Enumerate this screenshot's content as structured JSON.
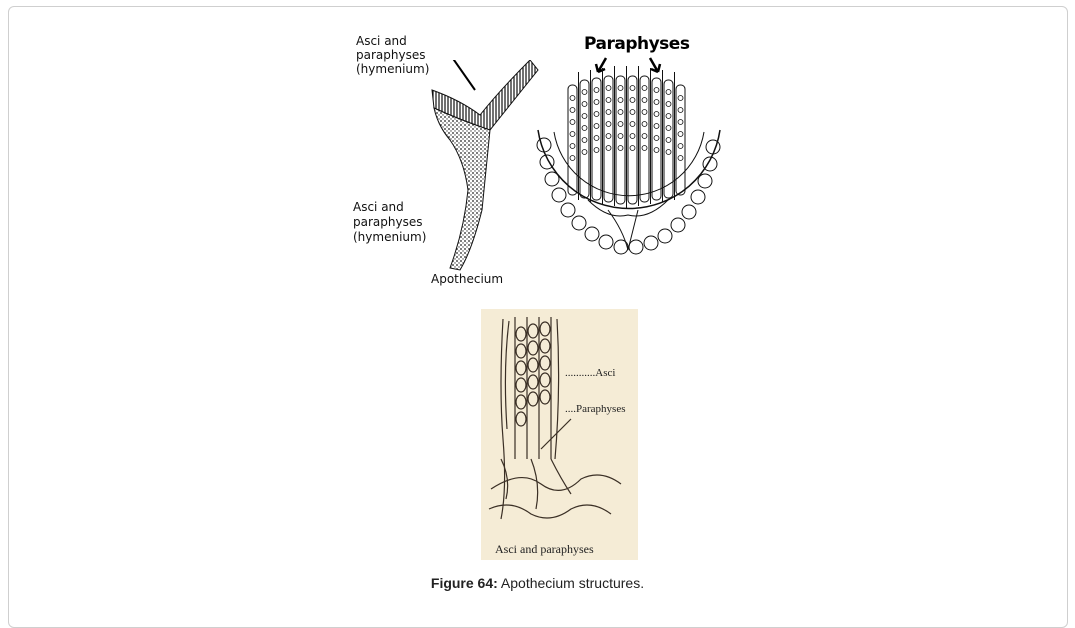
{
  "figure": {
    "caption_label": "Figure 64:",
    "caption_text": " Apothecium structures."
  },
  "panel_a": {
    "label_top_line1": "Asci and",
    "label_top_line2": "paraphyses",
    "label_top_line3": "(hymenium)",
    "label_mid_line1": "Asci and",
    "label_mid_line2": "paraphyses",
    "label_mid_line3": "(hymenium)",
    "label_bottom": "Apothecium"
  },
  "panel_b": {
    "label": "Paraphyses"
  },
  "panel_c": {
    "label_asci": "...........Asci",
    "label_paraphyses": "....Paraphyses",
    "label_bottom": "Asci and paraphyses"
  }
}
